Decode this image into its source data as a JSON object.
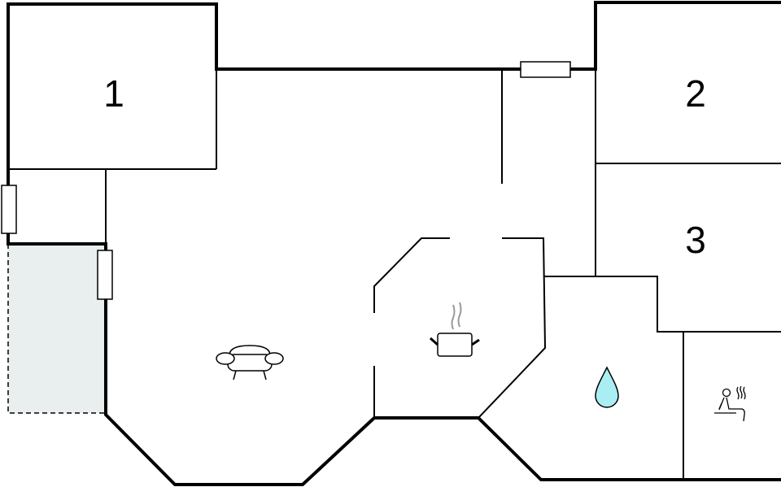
{
  "rooms": [
    {
      "label": "1"
    },
    {
      "label": "2"
    },
    {
      "label": "3"
    }
  ],
  "icons": [
    "sofa-icon",
    "cooking-pot-icon",
    "water-drop-icon",
    "sauna-icon"
  ],
  "colors": {
    "balcony": "#e9efef",
    "water": "#aaeef4",
    "wall": "#000000",
    "steam": "#999999"
  }
}
